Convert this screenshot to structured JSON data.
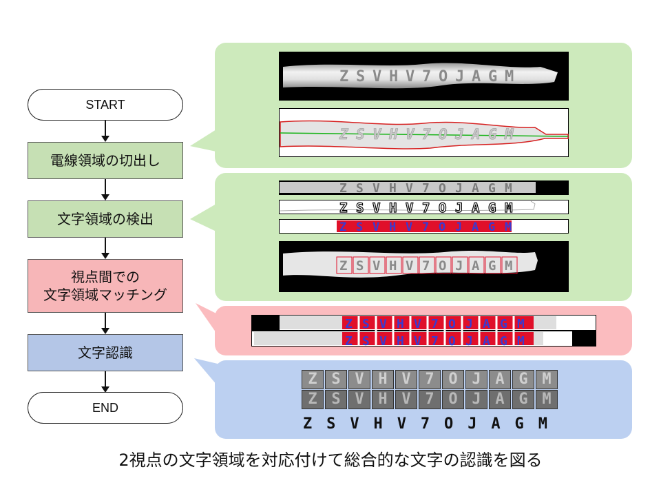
{
  "flowchart": {
    "start": "START",
    "step1": "電線領域の切出し",
    "step2": "文字領域の検出",
    "step3_line1": "視点間での",
    "step3_line2": "文字領域マッチング",
    "step4": "文字認識",
    "end": "END"
  },
  "wire_text": [
    "Z",
    "S",
    "V",
    "H",
    "V",
    "7",
    "O",
    "J",
    "A",
    "G",
    "M"
  ],
  "result_chars": [
    "Z",
    "S",
    "V",
    "H",
    "V",
    "7",
    "O",
    "J",
    "A",
    "G",
    "M"
  ],
  "caption": "2視点の文字領域を対応付けて総合的な文字の認識を図る",
  "colors": {
    "step_green": "#c6e0b4",
    "step_pink": "#f7b6b8",
    "step_blue": "#b4c6e7",
    "match_red": "#e0102a",
    "char_blue": "#3a3ad0"
  }
}
